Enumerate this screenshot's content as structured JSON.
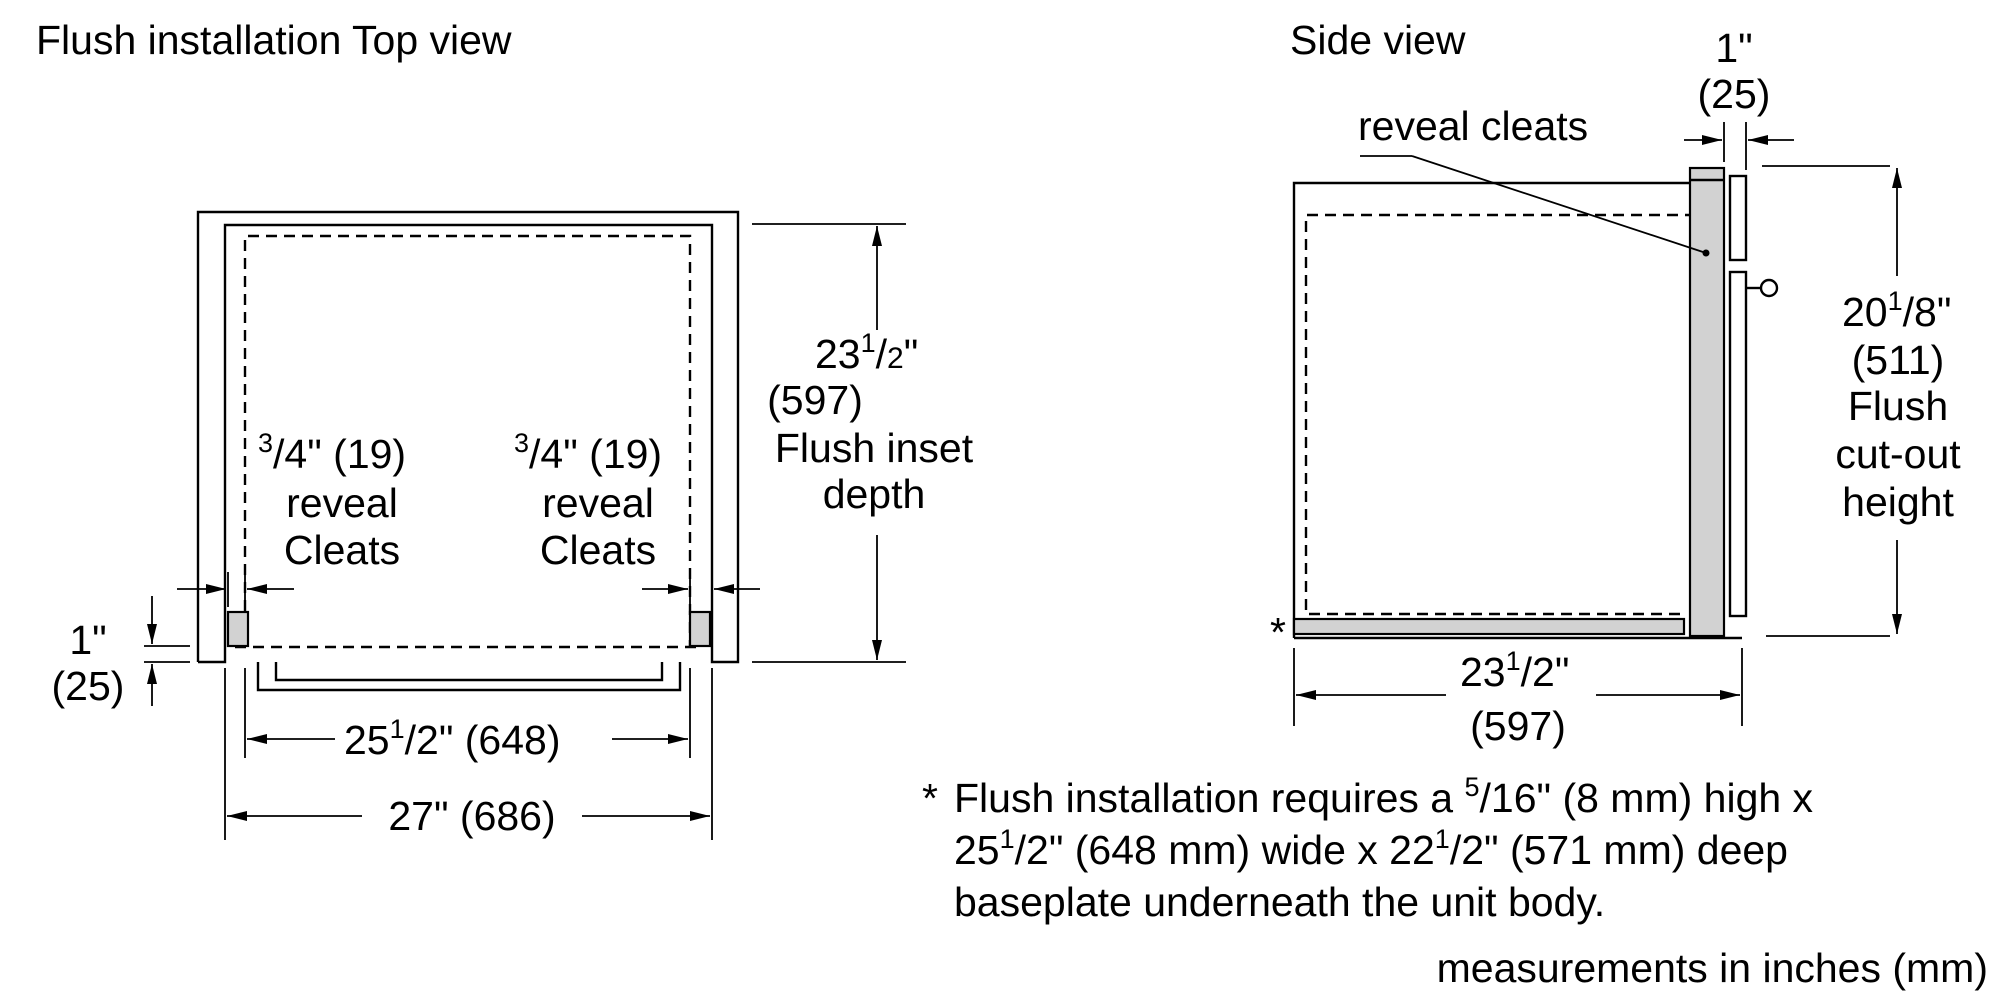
{
  "top_view": {
    "title": "Flush installation Top view",
    "depth": {
      "whole": "23",
      "num": "1",
      "den": "2",
      "inch_mark": "\"",
      "mm": "(597)",
      "label1": "Flush inset",
      "label2": "depth"
    },
    "left_cleat": {
      "num": "3",
      "rest": "/4\" (19)",
      "label1": "reveal",
      "label2": "Cleats"
    },
    "right_cleat": {
      "num": "3",
      "rest": "/4\" (19)",
      "label1": "reveal",
      "label2": "Cleats"
    },
    "front_offset": {
      "inch": "1\"",
      "mm": "(25)"
    },
    "inner_width": {
      "whole": "25",
      "num": "1",
      "rest": "/2\" (648)"
    },
    "outer_width": {
      "text": "27\" (686)"
    }
  },
  "side_view": {
    "title": "Side view",
    "reveal_cleats": "reveal cleats",
    "door_gap": {
      "inch": "1\"",
      "mm": "(25)"
    },
    "height": {
      "whole": "20",
      "num": "1",
      "rest": "/8\"",
      "mm": "(511)",
      "label1": "Flush",
      "label2": "cut-out",
      "label3": "height"
    },
    "depth": {
      "whole": "23",
      "num": "1",
      "rest": "/2\"",
      "mm": "(597)"
    },
    "asterisk": "*"
  },
  "footnote": {
    "star": "*",
    "l1_a": "Flush installation requires a ",
    "l1_sup": "5",
    "l1_b": "/16\" (8 mm) high x",
    "l2_a": "25",
    "l2_sup1": "1",
    "l2_b": "/2\" (648 mm) wide x 22",
    "l2_sup2": "1",
    "l2_c": "/2\" (571 mm) deep",
    "l3": "baseplate underneath the unit body."
  },
  "units_note": "measurements in inches (mm)"
}
